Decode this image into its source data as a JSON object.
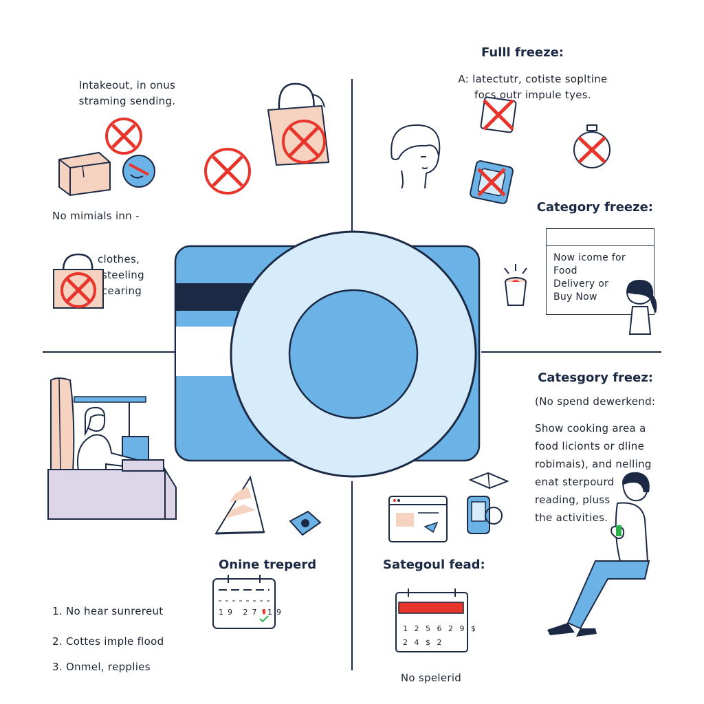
{
  "quadrants": {
    "top_left": {
      "intro_line1": "Intakeout, in onus",
      "intro_line2": "straming sending.",
      "mid_label": "No mimials inn  -",
      "list_line1": "clothes,",
      "list_line2": "steeling",
      "list_line3": "cearing"
    },
    "top_right": {
      "title": "Fulll freeze:",
      "subtitle_line1": "A: latectutr, cotiste sopltine",
      "subtitle_line2": "focs outr impule tyes.",
      "category_title": "Category freeze:",
      "card_line1": "Now icome for",
      "card_line2": "Food",
      "card_line3": "Delivery or",
      "card_line4": "Buy Now"
    },
    "bottom_left": {
      "title": "Onine treperd",
      "item1": "1. No hear sunrereut",
      "item2": "2. Cottes imple flood",
      "item3": "3. Onmel, repplies",
      "calendar_row": "19 27 19"
    },
    "bottom_right": {
      "category_title": "Catesgory freez:",
      "sub": "(No spend dewerkend:",
      "body_line1": "Show cooking area a",
      "body_line2": "food licionts or dline",
      "body_line3": "robimais), and nelling",
      "body_line4": "enat sterpourd",
      "body_line5": "reading, pluss",
      "body_line6": "the activities.",
      "calendar_title": "Sategoul fead:",
      "calendar_row1": "1 2 5 6 2 9 $",
      "calendar_row2": "2 4 $ 2",
      "footer": "No spelerid"
    }
  },
  "colors": {
    "accent_blue": "#6bb3e6",
    "light_blue": "#d6ecfa",
    "navy": "#1b2944",
    "cross_red": "#e8352c",
    "bag_peach": "#f6d2c0"
  }
}
